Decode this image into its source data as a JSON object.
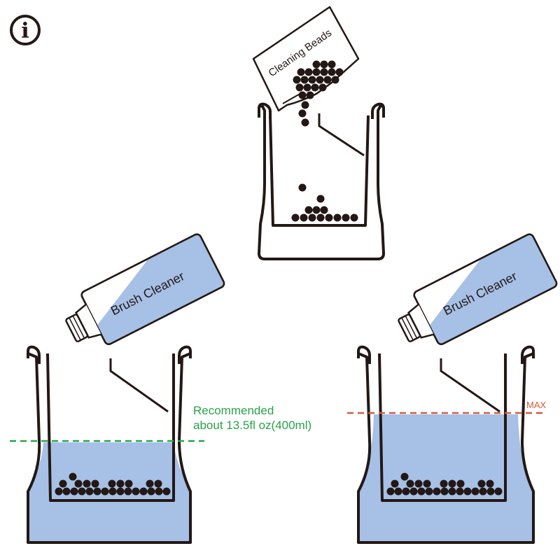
{
  "info_icon": {
    "glyph": "i",
    "name": "info-icon"
  },
  "step_top": {
    "packet_label": "Cleaning Beads"
  },
  "step_left": {
    "bottle_label": "Brush Cleaner",
    "recommended_line1": "Recommended",
    "recommended_line2": "about 13.5fl oz(400ml)"
  },
  "step_right": {
    "bottle_label": "Brush Cleaner",
    "max_label": "MAX"
  },
  "colors": {
    "liquid": "#a6c0e6",
    "outline": "#231815",
    "recommended": "#2aa24a",
    "max": "#d65a3c"
  }
}
